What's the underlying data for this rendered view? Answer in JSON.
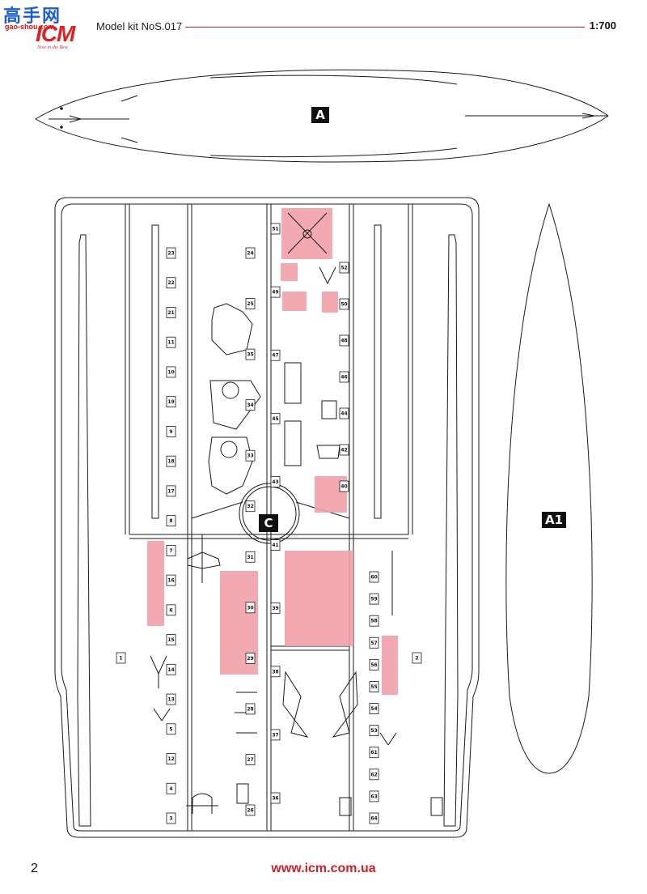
{
  "header": {
    "logo_cn": "高手网",
    "logo_domain": "gao-shou.com",
    "logo_brand": "ICM",
    "logo_tagline": "Now in the Best",
    "kit_title": "Model kit NoS.017",
    "scale": "1:700"
  },
  "labels": {
    "hull_top": "A",
    "sprue": "C",
    "hull_bottom": "A1"
  },
  "part_numbers": {
    "left_column": [
      "23",
      "22",
      "21",
      "11",
      "10",
      "19",
      "9",
      "18",
      "17",
      "8",
      "7",
      "16",
      "6",
      "15",
      "14",
      "13",
      "5",
      "12",
      "4",
      "3"
    ],
    "center_left": [
      "24",
      "25",
      "35",
      "34",
      "33",
      "32",
      "31",
      "30",
      "29",
      "28",
      "27",
      "26"
    ],
    "center": [
      "51",
      "49",
      "47",
      "45",
      "43",
      "41",
      "39",
      "38",
      "37",
      "36"
    ],
    "center_right": [
      "52",
      "50",
      "48",
      "46",
      "44",
      "42",
      "40"
    ],
    "right_column": [
      "60",
      "59",
      "58",
      "57",
      "56",
      "55",
      "54",
      "53",
      "61",
      "62",
      "63",
      "64"
    ],
    "edge_tabs": [
      "1",
      "2"
    ]
  },
  "colors": {
    "highlight": "#f2a0a8",
    "accent_red": "#d0202a",
    "line": "#1a1a1a"
  },
  "footer": {
    "page_number": "2",
    "url": "www.icm.com.ua"
  }
}
